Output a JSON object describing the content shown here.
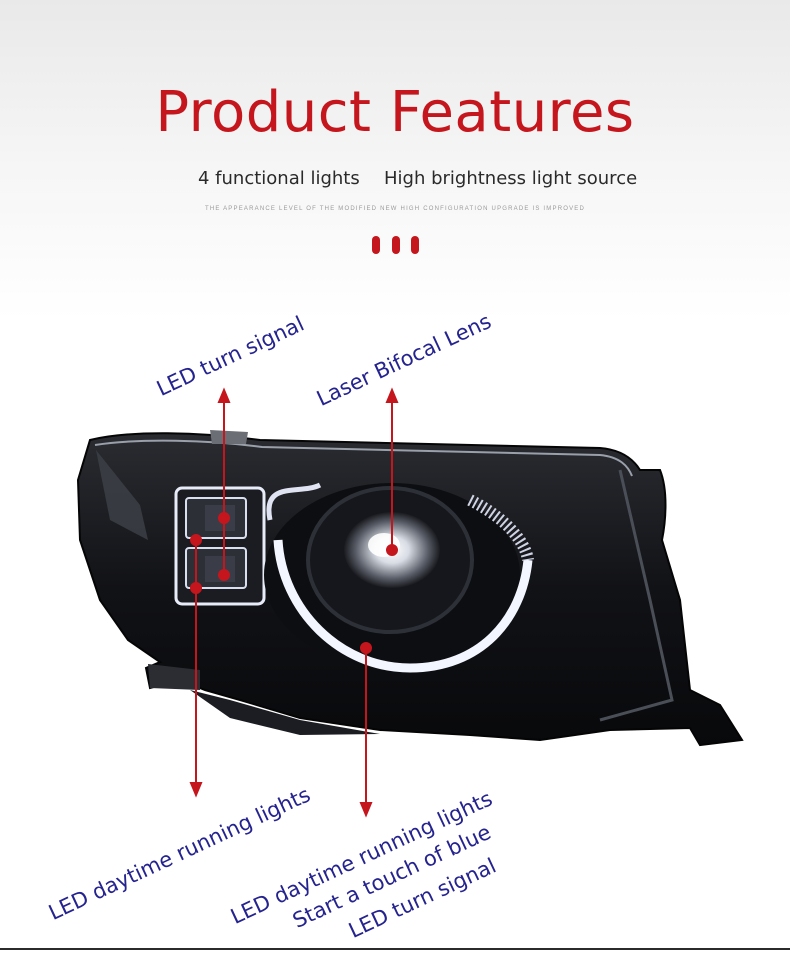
{
  "header": {
    "title": "Product Features",
    "subtitle_left": "4 functional lights",
    "subtitle_right": "High brightness light source",
    "tagline": "THE APPEARANCE LEVEL OF THE MODIFIED NEW HIGH CONFIGURATION UPGRADE IS IMPROVED"
  },
  "accent_color": "#c4161c",
  "label_color": "#25238f",
  "callouts": {
    "led_turn_signal": "LED turn signal",
    "laser_bifocal_lens": "Laser Bifocal Lens",
    "led_drl_left": "LED daytime running lights",
    "led_drl_right_line1": "LED daytime running lights",
    "led_drl_right_line2": "Start a touch of blue",
    "led_drl_right_line3": "LED turn signal"
  }
}
